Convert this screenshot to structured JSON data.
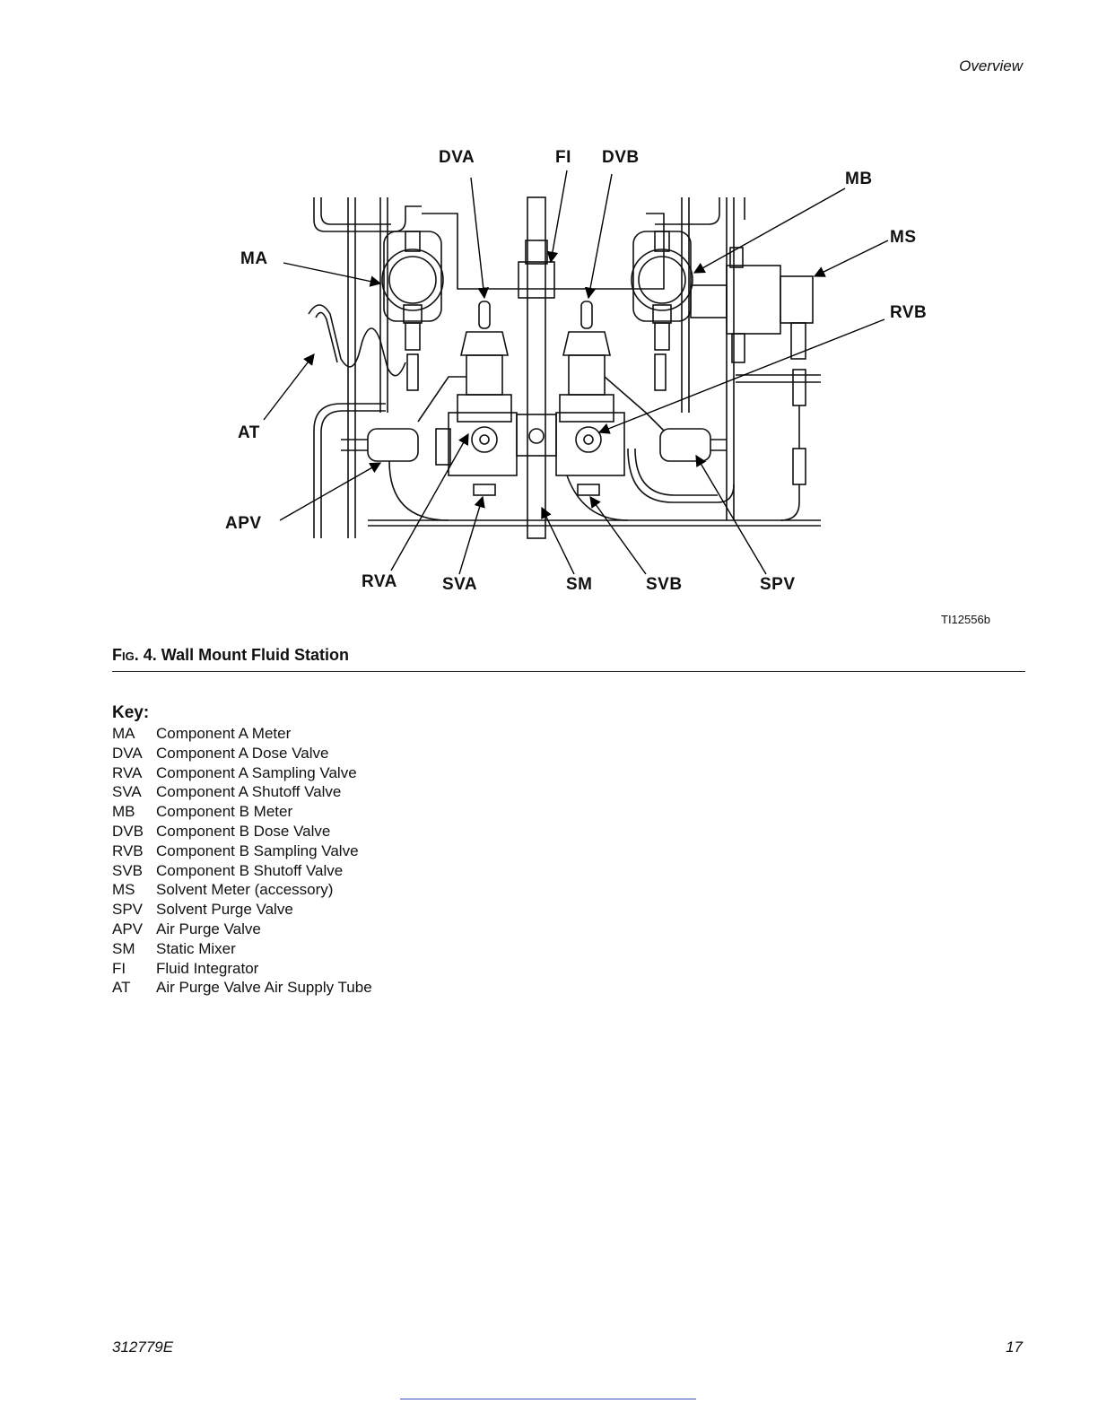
{
  "header": {
    "section": "Overview"
  },
  "figure": {
    "callouts": {
      "DVA": "DVA",
      "FI": "FI",
      "DVB": "DVB",
      "MB": "MB",
      "MA": "MA",
      "MS": "MS",
      "RVB": "RVB",
      "AT": "AT",
      "APV": "APV",
      "RVA": "RVA",
      "SVA": "SVA",
      "SM": "SM",
      "SVB": "SVB",
      "SPV": "SPV"
    },
    "id": "TI12556b",
    "caption_prefix_f": "F",
    "caption_prefix_ig": "IG",
    "caption_text": ". 4. Wall Mount Fluid Station"
  },
  "key": {
    "title": "Key:",
    "items": [
      {
        "abbr": "MA",
        "desc": "Component A Meter"
      },
      {
        "abbr": "DVA",
        "desc": "Component A Dose Valve"
      },
      {
        "abbr": "RVA",
        "desc": "Component A Sampling Valve"
      },
      {
        "abbr": "SVA",
        "desc": "Component A Shutoff Valve"
      },
      {
        "abbr": "MB",
        "desc": "Component B Meter"
      },
      {
        "abbr": "DVB",
        "desc": "Component B Dose Valve"
      },
      {
        "abbr": "RVB",
        "desc": "Component B Sampling Valve"
      },
      {
        "abbr": "SVB",
        "desc": "Component B Shutoff Valve"
      },
      {
        "abbr": "MS",
        "desc": "Solvent Meter (accessory)"
      },
      {
        "abbr": "SPV",
        "desc": "Solvent Purge Valve"
      },
      {
        "abbr": "APV",
        "desc": "Air Purge Valve"
      },
      {
        "abbr": "SM",
        "desc": "Static Mixer"
      },
      {
        "abbr": "FI",
        "desc": "Fluid Integrator"
      },
      {
        "abbr": "AT",
        "desc": "Air Purge Valve Air Supply Tube"
      }
    ]
  },
  "footer": {
    "doc_number": "312779E",
    "page_number": "17"
  }
}
